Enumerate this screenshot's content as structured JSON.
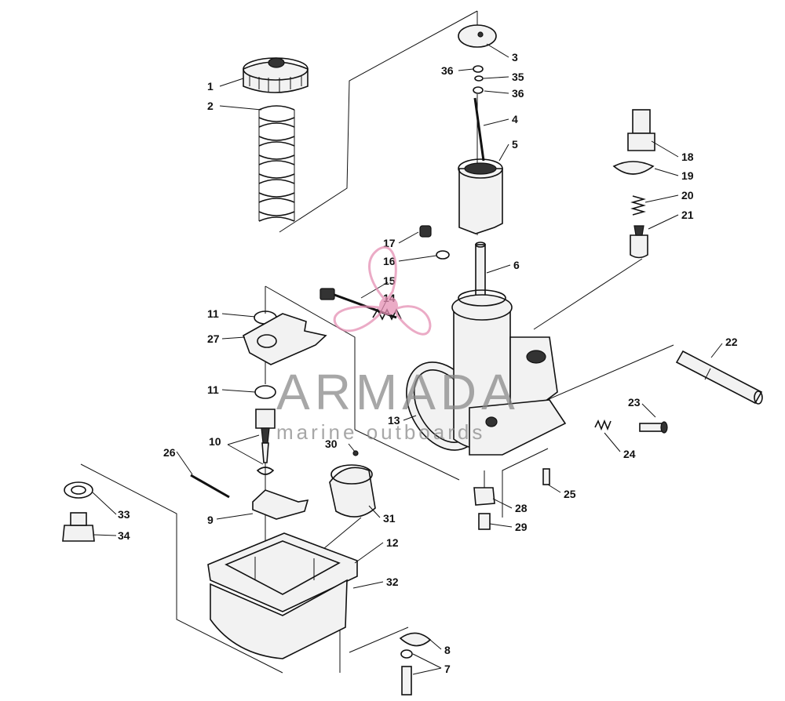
{
  "diagram": {
    "callouts": [
      "1",
      "2",
      "3",
      "36",
      "35",
      "36",
      "4",
      "5",
      "6",
      "17",
      "16",
      "15",
      "14",
      "18",
      "19",
      "20",
      "21",
      "22",
      "11",
      "27",
      "11",
      "13",
      "10",
      "23",
      "24",
      "25",
      "26",
      "30",
      "9",
      "28",
      "29",
      "31",
      "33",
      "34",
      "12",
      "32",
      "8",
      "7"
    ]
  },
  "watermark": {
    "brand": "ARMADA",
    "tagline": "marine outboards",
    "logo_color": "#e58fb4"
  }
}
